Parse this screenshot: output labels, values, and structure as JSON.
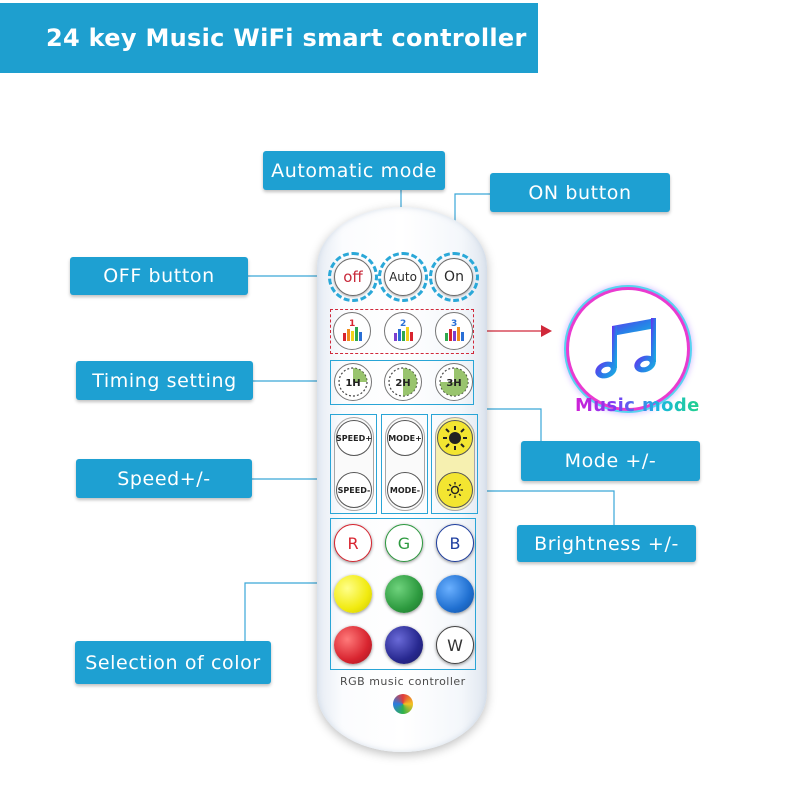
{
  "title": "24 key Music WiFi smart controller",
  "labels": {
    "automatic_mode": "Automatic mode",
    "on_button": "ON button",
    "off_button": "OFF button",
    "timing_setting": "Timing setting",
    "mode": "Mode +/-",
    "speed": "Speed+/-",
    "brightness": "Brightness +/-",
    "selection_of_color": "Selection of color",
    "music_mode": "Music mode"
  },
  "remote": {
    "off": "off",
    "auto": "Auto",
    "on": "On",
    "music_numbers": [
      "1",
      "2",
      "3"
    ],
    "timers": [
      "1H",
      "2H",
      "3H"
    ],
    "speed_plus": "SPEED+",
    "speed_minus": "SPEED-",
    "mode_plus": "MODE+",
    "mode_minus": "MODE-",
    "color_letters": [
      "R",
      "G",
      "B",
      "W"
    ],
    "caption": "RGB music controller"
  },
  "colors": {
    "banner": "#1e9fcf",
    "label": "#1ea0d2",
    "red": "#d8242f",
    "green": "#2d9a3f",
    "blue": "#1f6fd0",
    "yellow": "#f6f02a",
    "dark_blue": "#27288f"
  },
  "icons": [
    "music-note-icon",
    "sun-icon",
    "clock-icon",
    "equalizer-icon",
    "arrow-right-icon"
  ]
}
